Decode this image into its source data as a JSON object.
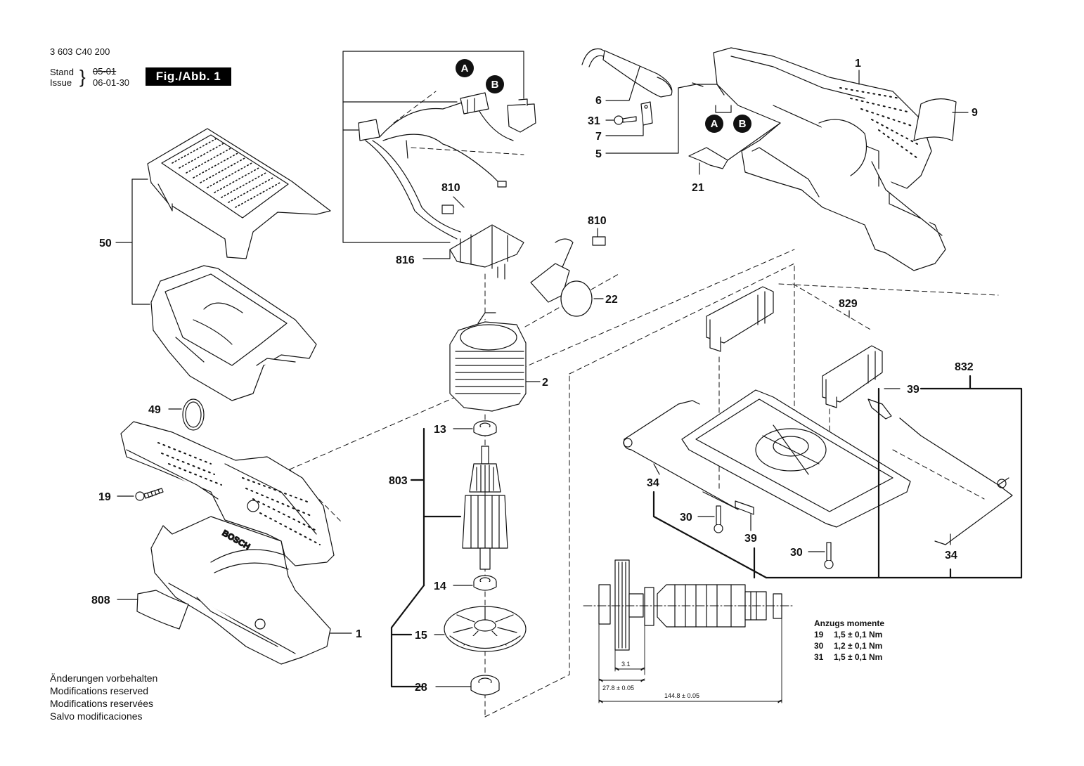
{
  "header": {
    "doc_number": "3 603 C40 200",
    "stand_label": "Stand",
    "issue_label": "Issue",
    "stand_value": "05-01",
    "issue_value": "06-01-30",
    "figure_label": "Fig./Abb. 1"
  },
  "notes": [
    "Änderungen vorbehalten",
    "Modifications reserved",
    "Modifications reservées",
    "Salvo modificaciones"
  ],
  "torque": {
    "title": "Anzugs momente",
    "rows": [
      {
        "part": "19",
        "value": "1,5 ± 0,1 Nm"
      },
      {
        "part": "30",
        "value": "1,2 ± 0,1 Nm"
      },
      {
        "part": "31",
        "value": "1,5 ± 0,1 Nm"
      }
    ]
  },
  "connectors": {
    "a": "A",
    "b": "B"
  },
  "brand": "BOSCH",
  "dimensions": {
    "d1": "3.1",
    "d2": "27.8 ± 0.05",
    "d3": "144.8 ± 0.05"
  },
  "part_numbers": {
    "p1_top": "1",
    "p9": "9",
    "p6": "6",
    "p31": "31",
    "p7": "7",
    "p5": "5",
    "p21": "21",
    "p810a": "810",
    "p810b": "810",
    "p816": "816",
    "p22": "22",
    "p50": "50",
    "p2": "2",
    "p829": "829",
    "p832": "832",
    "p39a": "39",
    "p39b": "39",
    "p49": "49",
    "p13": "13",
    "p803": "803",
    "p19": "19",
    "p34a": "34",
    "p34b": "34",
    "p30a": "30",
    "p30b": "30",
    "p14": "14",
    "p15": "15",
    "p28": "28",
    "p808": "808",
    "p1_bottom": "1"
  }
}
